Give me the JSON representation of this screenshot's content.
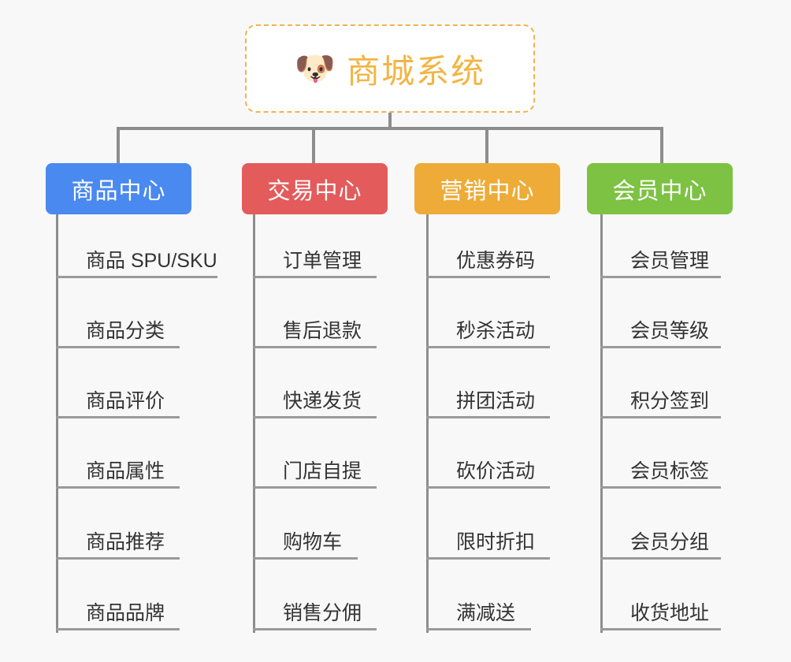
{
  "page": {
    "background_color": "#f8f8f8",
    "type": "mindmap"
  },
  "root": {
    "title": "商城系统",
    "icon": "dog-face-icon",
    "icon_glyph": "🐶",
    "border_color": "#f0b44a",
    "text_color": "#f2b544",
    "background_color": "#ffffff"
  },
  "branches": [
    {
      "label": "商品中心",
      "color": "#4a89ef",
      "leaves": [
        "商品 SPU/SKU",
        "商品分类",
        "商品评价",
        "商品属性",
        "商品推荐",
        "商品品牌"
      ]
    },
    {
      "label": "交易中心",
      "color": "#e35b5b",
      "leaves": [
        "订单管理",
        "售后退款",
        "快递发货",
        "门店自提",
        "购物车",
        "销售分佣"
      ]
    },
    {
      "label": "营销中心",
      "color": "#eeab38",
      "leaves": [
        "优惠券码",
        "秒杀活动",
        "拼团活动",
        "砍价活动",
        "限时折扣",
        "满减送"
      ]
    },
    {
      "label": "会员中心",
      "color": "#7dc243",
      "leaves": [
        "会员管理",
        "会员等级",
        "积分签到",
        "会员标签",
        "会员分组",
        "收货地址"
      ]
    }
  ],
  "connector": {
    "color": "#8d8d8d",
    "leaf_line_color": "#9a9a9a"
  }
}
